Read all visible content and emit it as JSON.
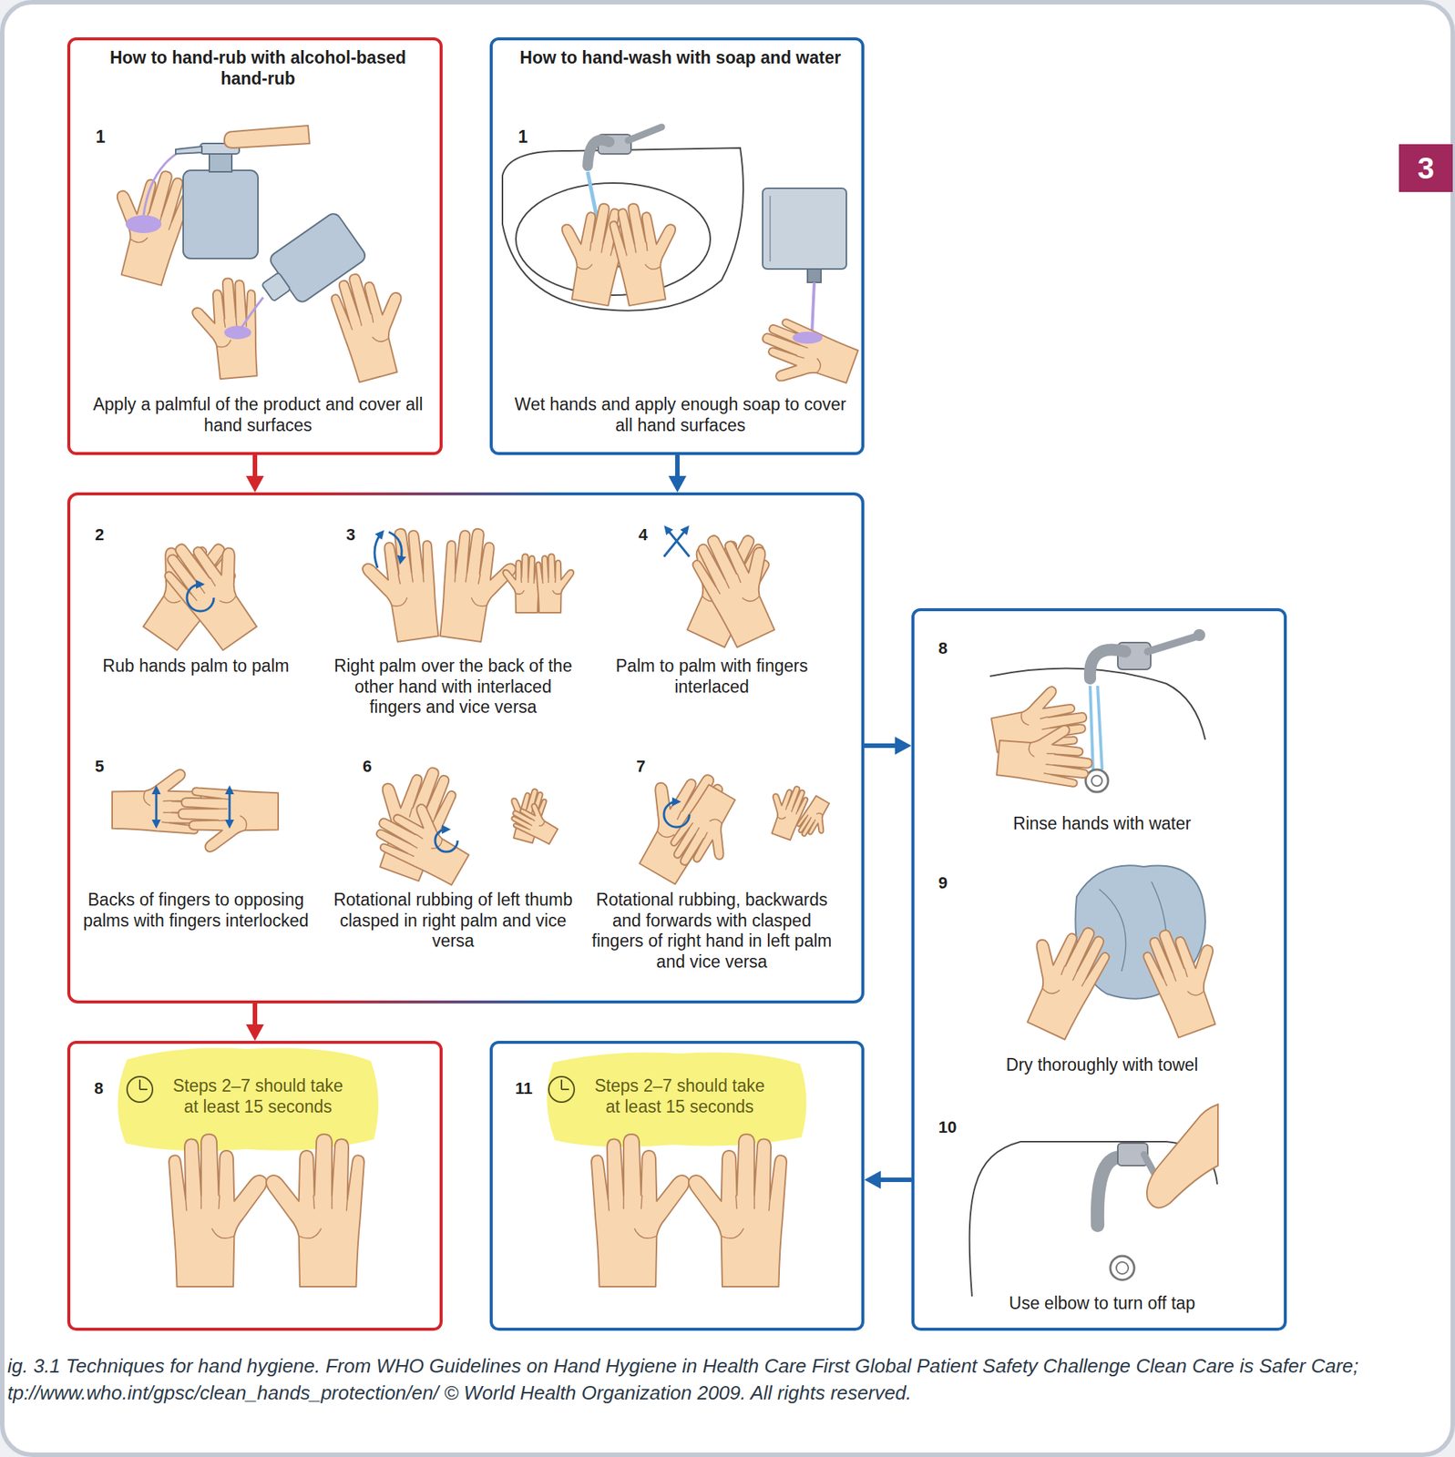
{
  "diagram": {
    "caption": "ig. 3.1 Techniques for hand hygiene. From WHO Guidelines on Hand Hygiene in Health Care First Global Patient Safety Challenge Clean Care is Safer Care; tp://www.who.int/gpsc/clean_hands_protection/en/ © World Health Organization 2009. All rights reserved.",
    "nodes": [
      {
        "text": [
          "How to hand-rub with alcohol-based hand-rub",
          "1",
          "Apply a palmful of the product and cover all hand surfaces"
        ]
      },
      {
        "text": [
          "How to hand-wash with soap and water",
          "1",
          "Wet hands and apply enough soap to cover all hand surfaces"
        ]
      },
      {
        "text": [
          "2",
          "Rub hands palm to palm",
          "3",
          "Right palm over the back of the other hand with interlaced fingers and vice versa",
          "4",
          "Palm to palm with fingers interlaced",
          "5",
          "Backs of fingers to opposing palms with fingers interlocked",
          "6",
          "Rotational rubbing of left thumb clasped in right palm and vice versa",
          "7",
          "Rotational rubbing, backwards and forwards with clasped fingers of right hand in left palm and vice versa"
        ]
      },
      {
        "text": [
          "8",
          "Rinse hands with water",
          "9",
          "Dry thoroughly with towel",
          "10",
          "Use elbow to turn off tap"
        ]
      },
      {
        "text": [
          "8",
          "Steps 2–7 should take at least 15 seconds"
        ]
      },
      {
        "text": [
          "11",
          "Steps 2–7 should take at least 15 seconds"
        ]
      }
    ],
    "edges": [
      {
        "from": 0,
        "to": 2,
        "arrow": "to"
      },
      {
        "from": 1,
        "to": 2,
        "arrow": "to"
      },
      {
        "from": 2,
        "to": 3,
        "arrow": "to"
      },
      {
        "from": 2,
        "to": 4,
        "arrow": "to"
      },
      {
        "from": 3,
        "to": 5,
        "arrow": "to"
      }
    ],
    "labels": [
      "3"
    ]
  }
}
